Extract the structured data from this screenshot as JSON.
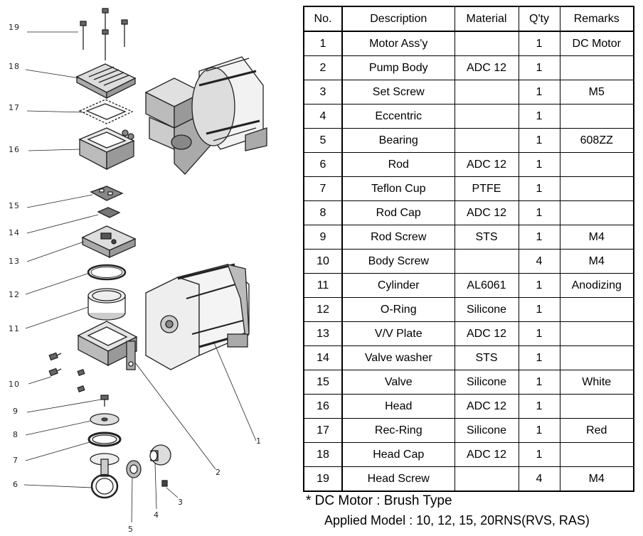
{
  "table": {
    "headers": [
      "No.",
      "Description",
      "Material",
      "Q'ty",
      "Remarks"
    ],
    "rows": [
      [
        "1",
        "Motor Ass'y",
        "",
        "1",
        "DC Motor"
      ],
      [
        "2",
        "Pump Body",
        "ADC 12",
        "1",
        ""
      ],
      [
        "3",
        "Set Screw",
        "",
        "1",
        "M5"
      ],
      [
        "4",
        "Eccentric",
        "",
        "1",
        ""
      ],
      [
        "5",
        "Bearing",
        "",
        "1",
        "608ZZ"
      ],
      [
        "6",
        "Rod",
        "ADC 12",
        "1",
        ""
      ],
      [
        "7",
        "Teflon Cup",
        "PTFE",
        "1",
        ""
      ],
      [
        "8",
        "Rod Cap",
        "ADC 12",
        "1",
        ""
      ],
      [
        "9",
        "Rod Screw",
        "STS",
        "1",
        "M4"
      ],
      [
        "10",
        "Body Screw",
        "",
        "4",
        "M4"
      ],
      [
        "11",
        "Cylinder",
        "AL6061",
        "1",
        "Anodizing"
      ],
      [
        "12",
        "O-Ring",
        "Silicone",
        "1",
        ""
      ],
      [
        "13",
        "V/V Plate",
        "ADC 12",
        "1",
        ""
      ],
      [
        "14",
        "Valve washer",
        "STS",
        "1",
        ""
      ],
      [
        "15",
        "Valve",
        "Silicone",
        "1",
        "White"
      ],
      [
        "16",
        "Head",
        "ADC 12",
        "1",
        ""
      ],
      [
        "17",
        "Rec-Ring",
        "Silicone",
        "1",
        "Red"
      ],
      [
        "18",
        "Head Cap",
        "ADC 12",
        "1",
        ""
      ],
      [
        "19",
        "Head Screw",
        "",
        "4",
        "M4"
      ]
    ]
  },
  "notes": {
    "line1": "* DC Motor : Brush Type",
    "line2": "Applied Model : 10, 12, 15, 20RNS(RVS, RAS)"
  },
  "diagram": {
    "callouts": [
      "19",
      "18",
      "17",
      "16",
      "15",
      "14",
      "13",
      "12",
      "11",
      "10",
      "9",
      "8",
      "7",
      "6",
      "5",
      "4",
      "3",
      "2",
      "1"
    ]
  }
}
